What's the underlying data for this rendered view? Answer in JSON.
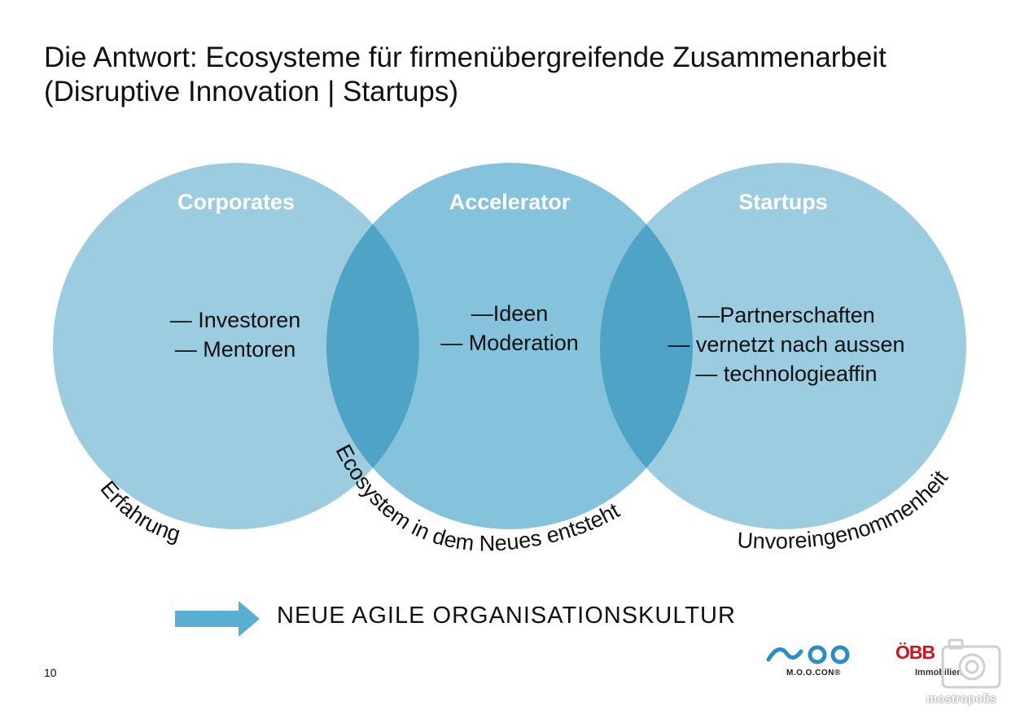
{
  "title": {
    "line1": "Die Antwort: Ecosysteme für firmenübergreifende Zusammenarbeit",
    "line2": "(Disruptive Innovation | Startups)"
  },
  "colors": {
    "circle": "#9ccce0",
    "overlap": "#4fa3c7",
    "arrow": "#5aaed1",
    "heading_text": "#ffffff",
    "body_text": "#111111"
  },
  "circles": [
    {
      "heading": "Corporates",
      "items": [
        "— Investoren",
        "— Mentoren"
      ],
      "arc_label": "Erfahrung"
    },
    {
      "heading": "Accelerator",
      "items": [
        "—Ideen",
        "— Moderation"
      ],
      "arc_label": "Ecosystem in dem Neues entsteht"
    },
    {
      "heading": "Startups",
      "items": [
        "—Partnerschaften",
        "— vernetzt nach aussen",
        "— technologieaffin"
      ],
      "arc_label": "Unvoreingenommenheit"
    }
  ],
  "conclusion": {
    "text": "NEUE AGILE ORGANISATIONSKULTUR",
    "icon": "arrow-right-icon"
  },
  "page_number": "10",
  "logos": {
    "mooc": {
      "icon": "mooc-wave-logo",
      "name": "M.O.O.CON®"
    },
    "obb": {
      "name": "ÖBB",
      "sub": "Immobilien"
    },
    "watermark": {
      "icon": "camera-watermark-icon",
      "text": "mostropolis"
    }
  }
}
